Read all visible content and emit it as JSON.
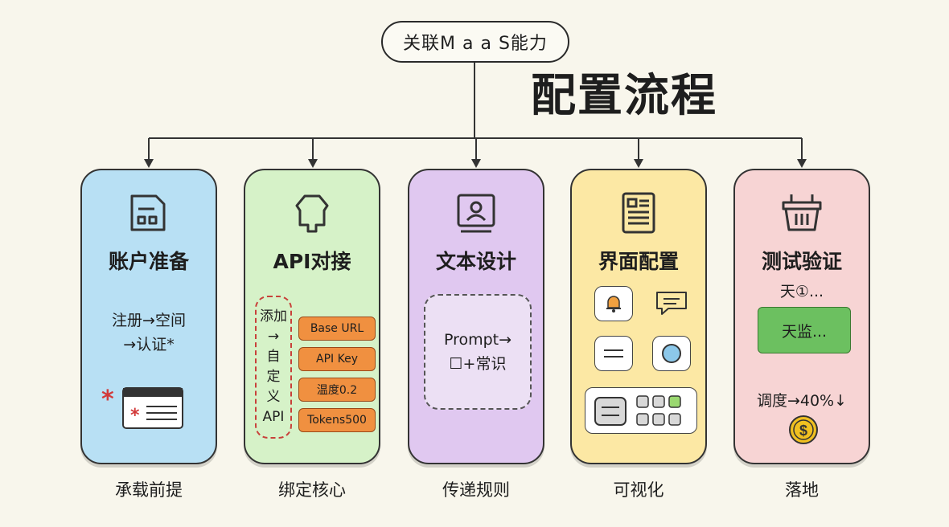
{
  "header": {
    "pill_label": "关联M a a S能力",
    "title": "配置流程"
  },
  "cards": [
    {
      "icon": "card-reader-icon",
      "title": "账户准备",
      "body_lines": [
        "注册→空间",
        "→认证*"
      ],
      "star": "*",
      "footer": "承载前提",
      "color": "#b8e0f4"
    },
    {
      "icon": "api-plug-icon",
      "title": "API对接",
      "side_lines": [
        "添加",
        "→",
        "自",
        "定",
        "义",
        "API"
      ],
      "tags": [
        "Base URL",
        "API Key",
        "温度0.2",
        "Tokens500"
      ],
      "footer": "绑定核心",
      "color": "#d6f2c8"
    },
    {
      "icon": "monitor-user-icon",
      "title": "文本设计",
      "body_lines": [
        "Prompt→",
        "☐+常识"
      ],
      "footer": "传递规则",
      "color": "#e0c8f0"
    },
    {
      "icon": "document-icon",
      "title": "界面配置",
      "widgets": [
        "bell-icon",
        "chat-bubble-icon",
        "menu-lines-icon",
        "circle-button-icon",
        "panel-icon",
        "grid-icon"
      ],
      "footer": "可视化",
      "color": "#fce8a4"
    },
    {
      "icon": "basket-icon",
      "title": "测试验证",
      "line1": "天①...",
      "button_label": "天监...",
      "line2": "调度→40%↓",
      "coin": "dollar-coin-icon",
      "footer": "落地",
      "color": "#f7d4d4"
    }
  ]
}
